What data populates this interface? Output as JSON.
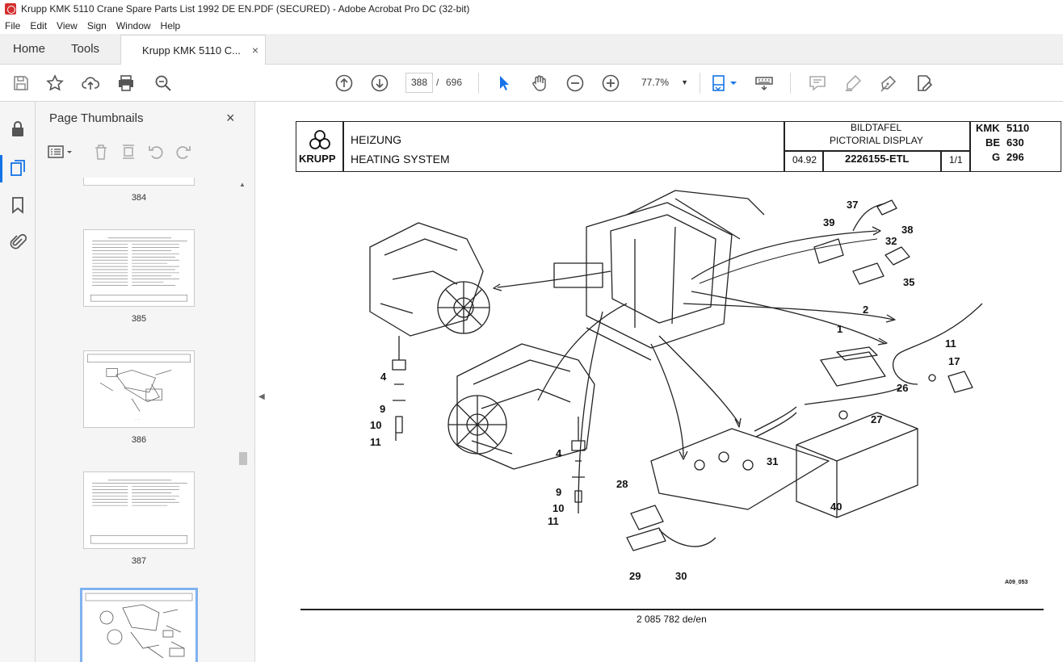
{
  "window": {
    "title": "Krupp KMK 5110 Crane Spare Parts List 1992 DE EN.PDF (SECURED) - Adobe Acrobat Pro DC (32-bit)"
  },
  "menu": [
    "File",
    "Edit",
    "View",
    "Sign",
    "Window",
    "Help"
  ],
  "tabs": {
    "home": "Home",
    "tools": "Tools",
    "document": "Krupp KMK 5110 C...",
    "close": "×"
  },
  "toolbar": {
    "page_current": "388",
    "page_sep": "/",
    "page_total": "696",
    "zoom": "77.7%",
    "zoom_arrow": "▼"
  },
  "panel": {
    "title": "Page Thumbnails",
    "close": "×",
    "thumbnails": [
      {
        "label": "384"
      },
      {
        "label": "385"
      },
      {
        "label": "386"
      },
      {
        "label": "387"
      },
      {
        "label": ""
      }
    ]
  },
  "document": {
    "brand": "KRUPP",
    "title_de": "HEIZUNG",
    "title_en": "HEATING SYSTEM",
    "plate_de": "BILDTAFEL",
    "plate_en": "PICTORIAL DISPLAY",
    "date": "04.92",
    "part_number": "2226155-ETL",
    "sheet": "1/1",
    "model_1_key": "KMK",
    "model_1_val": "5110",
    "model_2_key": "BE",
    "model_2_val": "630",
    "model_3_key": "G",
    "model_3_val": "296",
    "drawing_ref": "A09_053",
    "footer": "2 085 782 de/en",
    "callouts": [
      "37",
      "38",
      "39",
      "32",
      "35",
      "2",
      "1",
      "11",
      "17",
      "26",
      "27",
      "31",
      "40",
      "28",
      "29",
      "30",
      "4",
      "9",
      "10",
      "11",
      "4",
      "9",
      "10",
      "11"
    ]
  },
  "colors": {
    "accent": "#1473e6",
    "pdf_red": "#d32f2f"
  }
}
